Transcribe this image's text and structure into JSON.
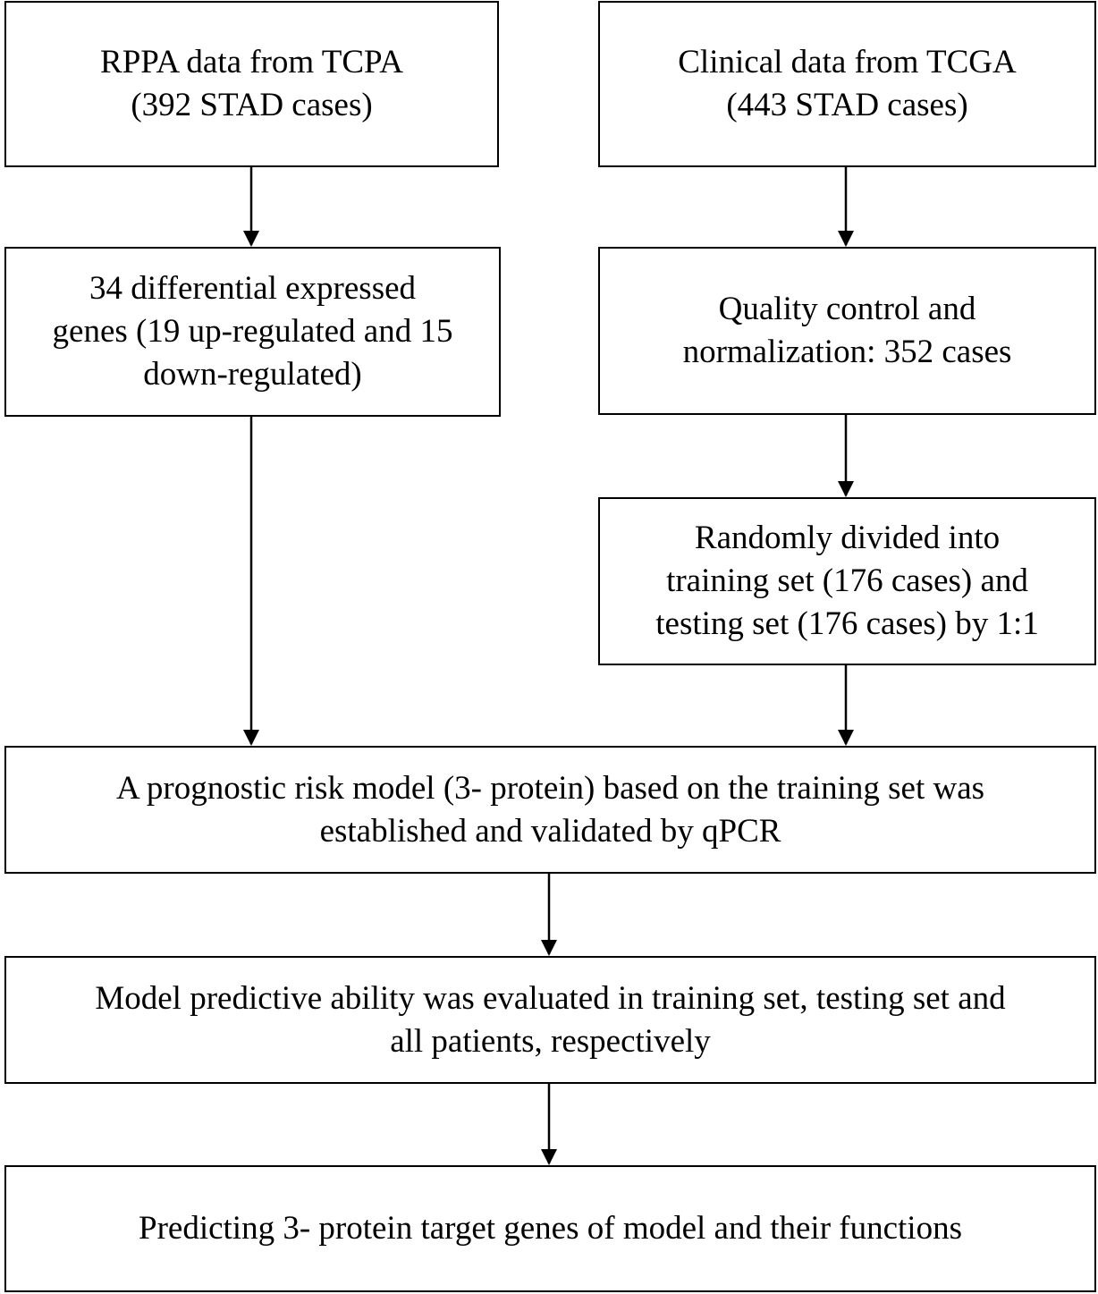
{
  "flowchart": {
    "rppa_box": {
      "lines": [
        "RPPA data from TCPA",
        "(392 STAD cases)"
      ]
    },
    "clinical_box": {
      "lines": [
        "Clinical data from TCGA",
        "(443 STAD  cases)"
      ]
    },
    "deg_box": {
      "lines": [
        "34 differential expressed",
        "genes (19 up-regulated and 15",
        "down-regulated)"
      ]
    },
    "qc_box": {
      "lines": [
        "Quality control and",
        "normalization: 352 cases"
      ]
    },
    "split_box": {
      "lines": [
        "Randomly divided into",
        "training set (176 cases) and",
        "testing set (176 cases) by 1:1"
      ]
    },
    "model_box": {
      "lines": [
        "A prognostic risk model (3- protein) based on the training set was",
        "established and validated by qPCR"
      ]
    },
    "evaluation_box": {
      "lines": [
        "Model predictive ability was evaluated in training set, testing set and",
        "all patients, respectively"
      ]
    },
    "prediction_box": {
      "lines": [
        "Predicting 3- protein target genes of model and their functions"
      ]
    }
  }
}
